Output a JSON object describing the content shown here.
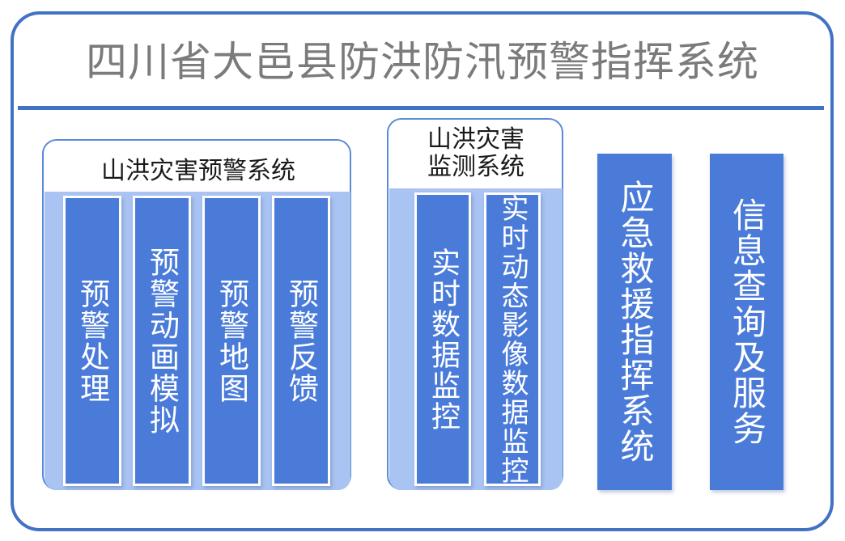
{
  "page": {
    "title": "四川省大邑县防洪防汛预警指挥系统",
    "accent_color": "#4272C4",
    "bar_color": "#4A7BD9",
    "tray_color": "#A9C3F2",
    "title_color": "#7B7B7B"
  },
  "groups": [
    {
      "id": "warning-system",
      "title": "山洪灾害预警系统",
      "items": [
        {
          "label": "预警处理"
        },
        {
          "label": "预警动画模拟"
        },
        {
          "label": "预警地图"
        },
        {
          "label": "预警反馈"
        }
      ]
    },
    {
      "id": "monitor-system",
      "title": "山洪灾害\n监测系统",
      "items": [
        {
          "label": "实时数据监控"
        },
        {
          "label": "实时动态影像数据监控"
        }
      ]
    }
  ],
  "standalone": [
    {
      "id": "emergency-command",
      "label": "应急救援指挥系统"
    },
    {
      "id": "info-service",
      "label": "信息查询及服务"
    }
  ]
}
